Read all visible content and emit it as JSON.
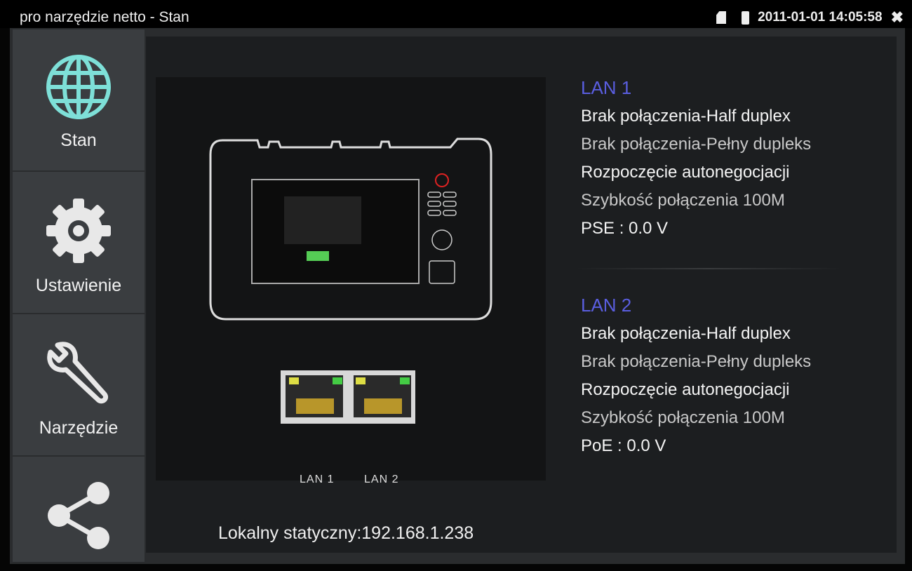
{
  "header": {
    "title": "pro narzędzie netto - Stan",
    "datetime": "2011-01-01 14:05:58",
    "icons": [
      "sd-card-icon",
      "battery-icon",
      "close-icon"
    ]
  },
  "sidebar": {
    "items": [
      {
        "label": "Stan",
        "icon": "globe-icon"
      },
      {
        "label": "Ustawienie",
        "icon": "gear-icon"
      },
      {
        "label": "Narzędzie",
        "icon": "wrench-icon"
      },
      {
        "label": "",
        "icon": "share-icon"
      }
    ]
  },
  "picture": {
    "port_labels": [
      "LAN 1",
      "LAN 2"
    ]
  },
  "ip": "Lokalny statyczny:192.168.1.238",
  "lan1": {
    "title": "LAN 1",
    "status_a": "Brak połączenia-Half duplex",
    "status_b": "Brak połączenia-Pełny dupleks",
    "neg_a": "Rozpoczęcie autonegocjacji",
    "neg_b": "Szybkość połączenia 100M",
    "power": "PSE : 0.0 V"
  },
  "lan2": {
    "title": "LAN 2",
    "status_a": "Brak połączenia-Half duplex",
    "status_b": "Brak połączenia-Pełny dupleks",
    "neg_a": "Rozpoczęcie autonegocjacji",
    "neg_b": "Szybkość połączenia 100M",
    "power": "PoE : 0.0 V"
  },
  "colors": {
    "accent": "#5a5ee0",
    "globe": "#7ee0d8"
  }
}
